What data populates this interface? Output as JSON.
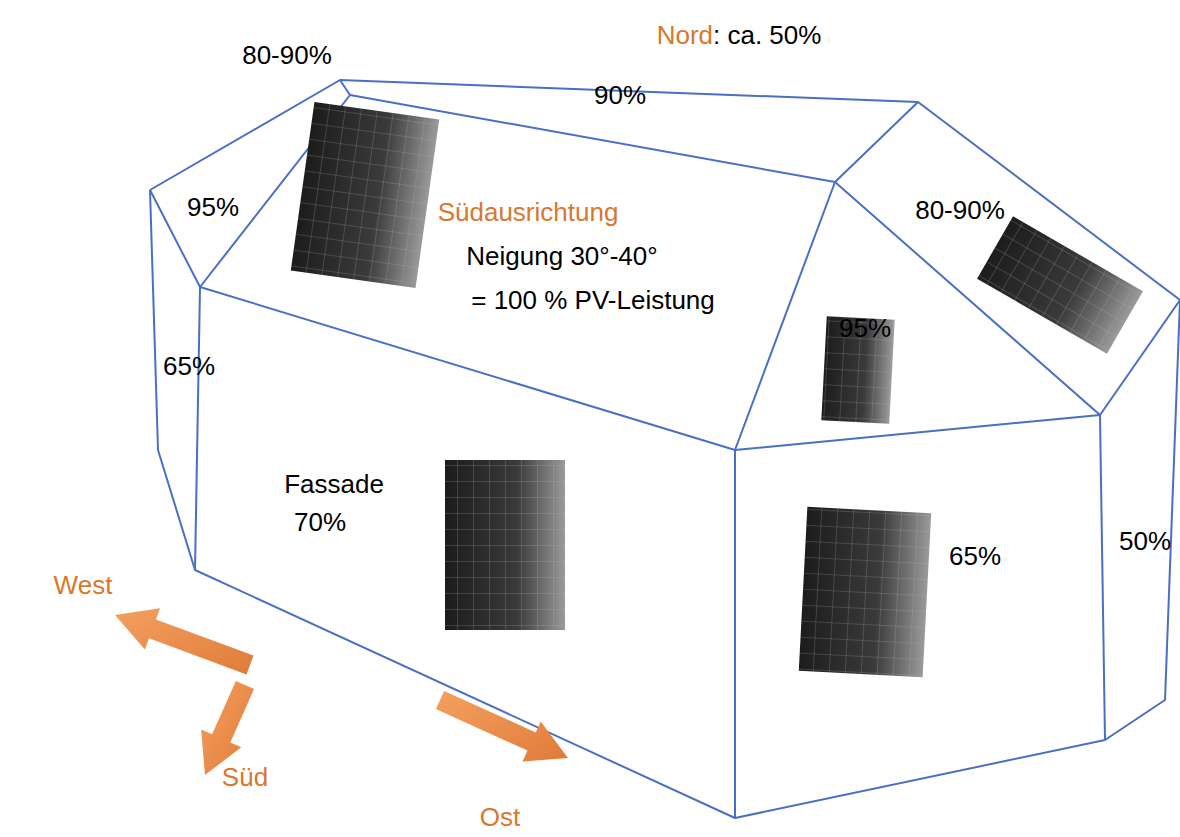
{
  "diagram": {
    "labels": [
      "80-90%",
      "Nord",
      ": ca. 50%",
      "90%",
      "95%",
      "Südausrichtung",
      "80-90%",
      "Neigung 30°-40°",
      "= 100 % PV-Leistung",
      "95%",
      "65%",
      "Fassade",
      "70%",
      "50%",
      "65%",
      "West",
      "Süd",
      "Ost"
    ]
  }
}
